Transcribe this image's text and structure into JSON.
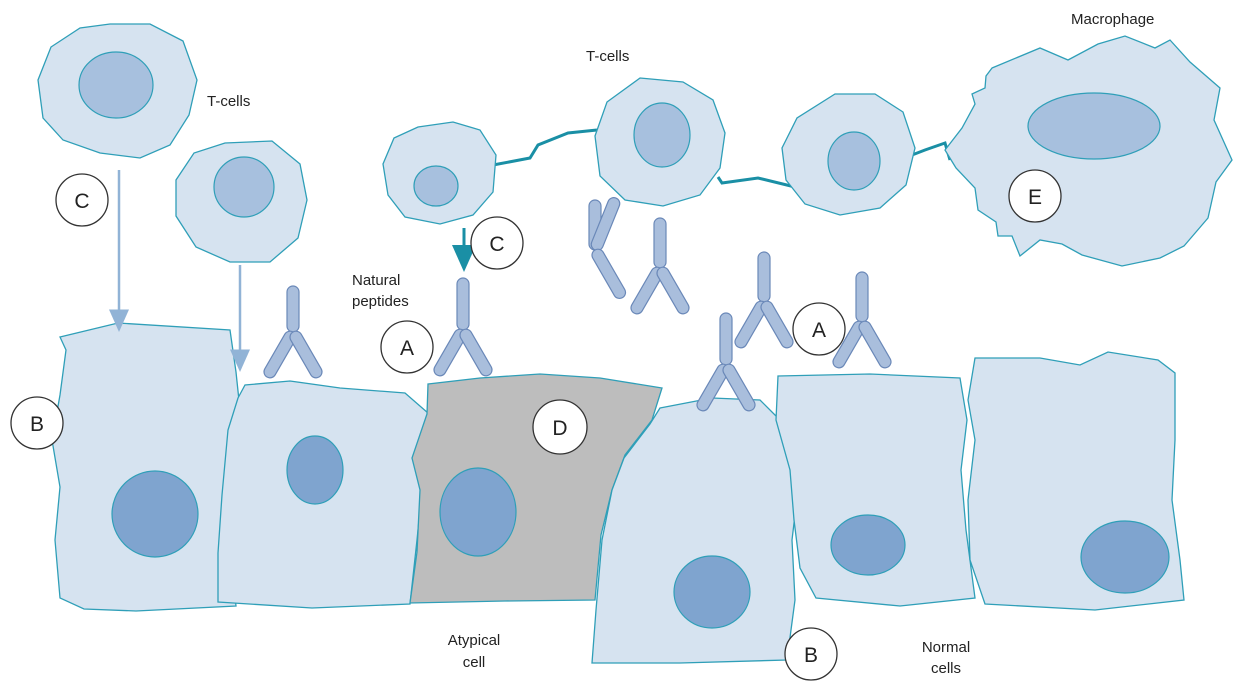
{
  "labels": {
    "tcells_left": "T-cells",
    "tcells_top": "T-cells",
    "macrophage": "Macrophage",
    "natural_line1": "Natural",
    "natural_line2": "peptides",
    "atypical_line1": "Atypical",
    "atypical_line2": "cell",
    "normal_line1": "Normal",
    "normal_line2": "cells"
  },
  "markers": {
    "c_left": "C",
    "c_center": "C",
    "a_left": "A",
    "a_right": "A",
    "b_left": "B",
    "b_bottom": "B",
    "d": "D",
    "e": "E"
  },
  "colors": {
    "cell_fill": "#d6e3f0",
    "cell_stroke": "#2f9fb8",
    "nucleus": "#7fa4cf",
    "atypical_cell": "#bdbdbd",
    "antibody": "#a9bedc",
    "tether": "#1a8fa5"
  }
}
